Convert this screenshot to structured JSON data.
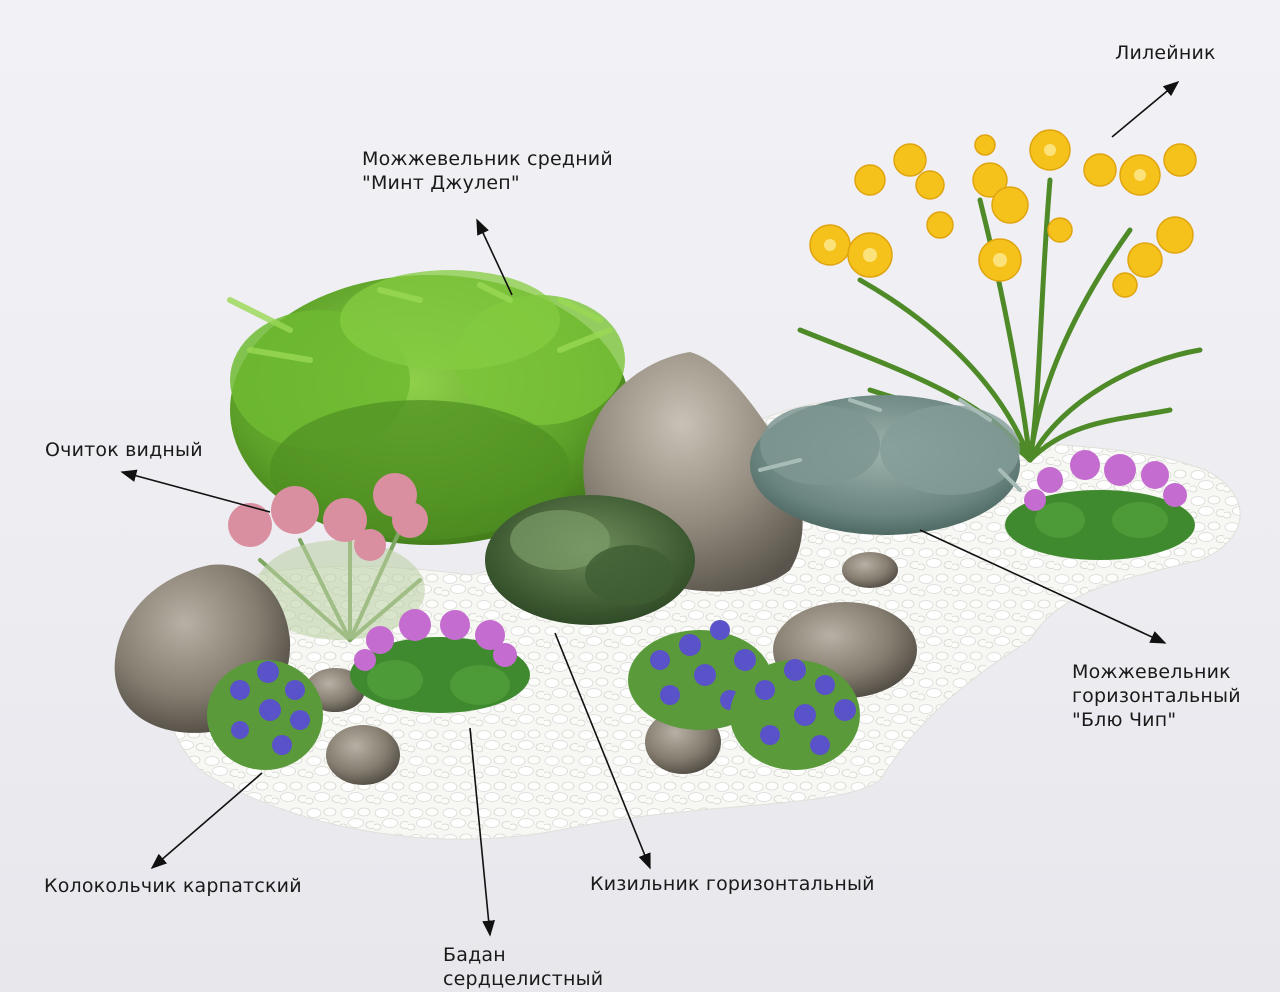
{
  "labels": {
    "lileynik": {
      "lines": [
        "Лилейник"
      ]
    },
    "mozhzhevelnik_sredniy": {
      "lines": [
        "Можжевельник средний",
        "\"Минт Джулеп\""
      ]
    },
    "ochitok": {
      "lines": [
        "Очиток видный"
      ]
    },
    "mozhzhevelnik_gor": {
      "lines": [
        "Можжевельник",
        "горизонтальный",
        "\"Блю Чип\""
      ]
    },
    "kolokolchik": {
      "lines": [
        "Колокольчик карпатский"
      ]
    },
    "kizilnik": {
      "lines": [
        "Кизильник горизонтальный"
      ]
    },
    "badan": {
      "lines": [
        "Бадан",
        "сердцелистный"
      ]
    }
  },
  "colors": {
    "gravel": "#f7f7f4",
    "juniper_green": "#6cae2e",
    "blue_juniper": "#6f8b86",
    "lily_yellow": "#f5c21c",
    "sedum_pink": "#d98fa0",
    "bergenia_purple": "#c46ccf",
    "campanula_blue": "#5a52c8",
    "stone": "#8c8578"
  }
}
